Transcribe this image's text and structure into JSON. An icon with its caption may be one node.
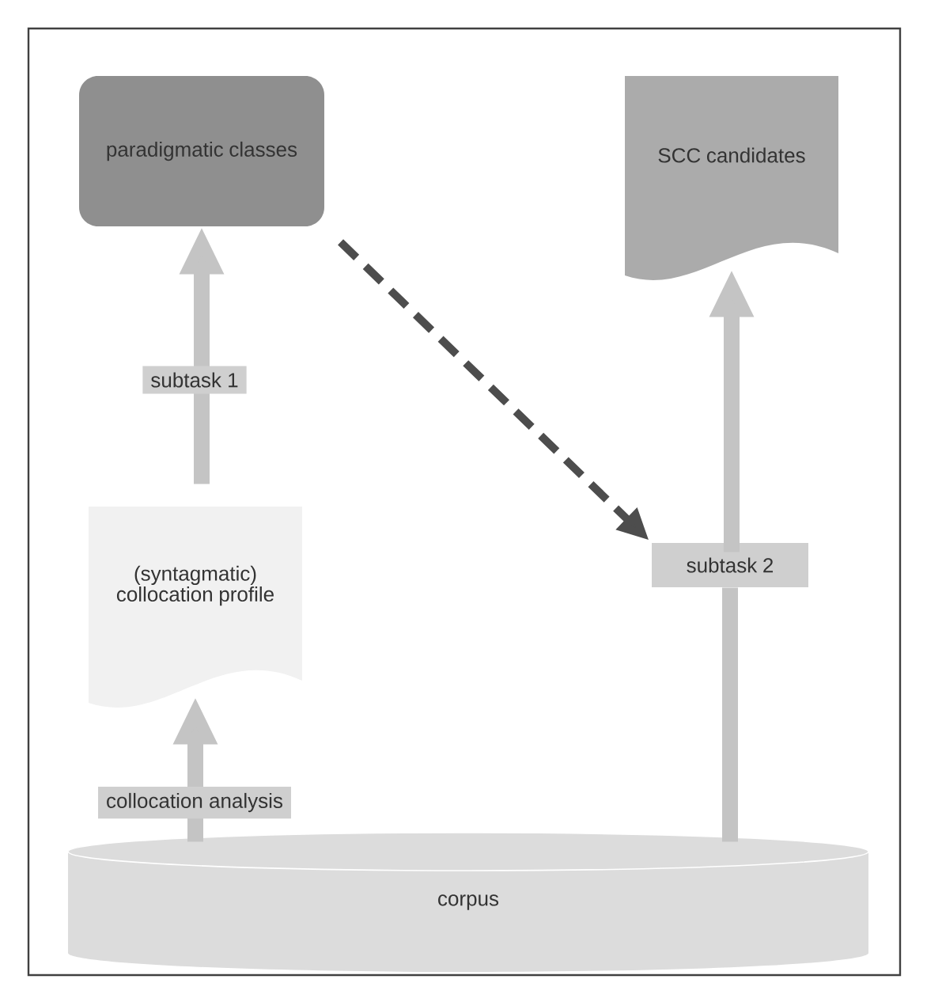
{
  "diagram": {
    "nodes": [
      {
        "text": [
          "paradigmatic classes"
        ]
      },
      {
        "text": [
          "SCC candidates"
        ]
      },
      {
        "text": [
          "(syntagmatic) collocation profile"
        ]
      },
      {
        "text": [
          "corpus"
        ]
      },
      {
        "text": [
          "subtask 2"
        ]
      }
    ],
    "edges": [
      {
        "from": 3,
        "to": 2,
        "arrow": "to",
        "label": "collocation analysis"
      },
      {
        "from": 2,
        "to": 0,
        "arrow": "to",
        "label": "subtask 1"
      },
      {
        "from": 3,
        "to": 4,
        "arrow": "none"
      },
      {
        "from": 4,
        "to": 1,
        "arrow": "to"
      },
      {
        "from": 0,
        "to": 4,
        "arrow": "to",
        "style": "dashed",
        "color": "#4d4d4d"
      }
    ]
  }
}
